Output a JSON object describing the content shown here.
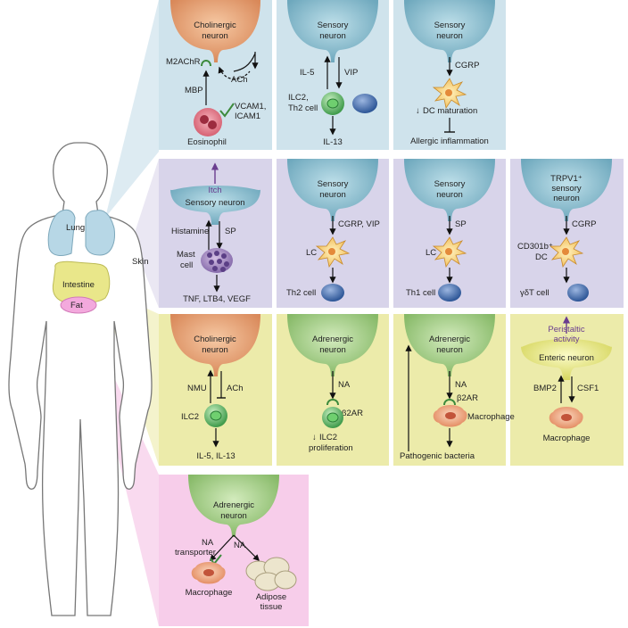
{
  "colors": {
    "lung_panel": "#cfe3ec",
    "skin_panel": "#d8d4ea",
    "intestine_panel": "#ecebaa",
    "fat_panel": "#f7cdea",
    "cholinergic": "#e8a97a",
    "sensory": "#8fbfd0",
    "adrenergic": "#a9cf8c",
    "enteric": "#e9e98c",
    "label_purple": "#6a3d8f"
  },
  "body": {
    "organs": {
      "lung": "Lung",
      "skin": "Skin",
      "intestine": "Intestine",
      "fat": "Fat"
    }
  },
  "panels": {
    "lung1": {
      "neuron": [
        "Cholinergic",
        "neuron"
      ],
      "receptor": "M2AChR",
      "ach": "ACh",
      "mbp": "MBP",
      "adhesion": [
        "VCAM1,",
        "ICAM1"
      ],
      "cell": "Eosinophil"
    },
    "lung2": {
      "neuron": [
        "Sensory",
        "neuron"
      ],
      "up": "IL-5",
      "down": "VIP",
      "cell": [
        "ILC2,",
        "Th2 cell"
      ],
      "out": "IL-13"
    },
    "lung3": {
      "neuron": [
        "Sensory",
        "neuron"
      ],
      "signal": "CGRP",
      "effect": "DC maturation",
      "out": "Allergic inflammation"
    },
    "skin1": {
      "itch": "Itch",
      "neuron": "Sensory neuron",
      "histamine": "Histamine",
      "sp": "SP",
      "cell": [
        "Mast",
        "cell"
      ],
      "out": "TNF, LTB4, VEGF"
    },
    "skin2": {
      "neuron": [
        "Sensory",
        "neuron"
      ],
      "signal": "CGRP, VIP",
      "lc": "LC",
      "out": "Th2 cell"
    },
    "skin3": {
      "neuron": [
        "Sensory",
        "neuron"
      ],
      "signal": "SP",
      "lc": "LC",
      "out": "Th1 cell"
    },
    "skin4": {
      "neuron": [
        "TRPV1⁺",
        "sensory",
        "neuron"
      ],
      "signal": "CGRP",
      "dc": [
        "CD301b⁺",
        "DC"
      ],
      "out": "γδT cell"
    },
    "int1": {
      "neuron": [
        "Cholinergic",
        "neuron"
      ],
      "nmu": "NMU",
      "ach": "ACh",
      "cell": "ILC2",
      "out": "IL-5, IL-13"
    },
    "int2": {
      "neuron": [
        "Adrenergic",
        "neuron"
      ],
      "na": "NA",
      "receptor": "β2AR",
      "effect": [
        "ILC2",
        "proliferation"
      ]
    },
    "int3": {
      "neuron": [
        "Adrenergic",
        "neuron"
      ],
      "na": "NA",
      "receptor": "β2AR",
      "cell": "Macrophage",
      "out": "Pathogenic bacteria"
    },
    "int4": {
      "activity": [
        "Peristaltic",
        "activity"
      ],
      "neuron": "Enteric neuron",
      "bmp2": "BMP2",
      "csf1": "CSF1",
      "cell": "Macrophage"
    },
    "fat1": {
      "neuron": [
        "Adrenergic",
        "neuron"
      ],
      "transporter": [
        "NA",
        "transporter"
      ],
      "na": "NA",
      "cell1": "Macrophage",
      "cell2": [
        "Adipose",
        "tissue"
      ]
    }
  }
}
